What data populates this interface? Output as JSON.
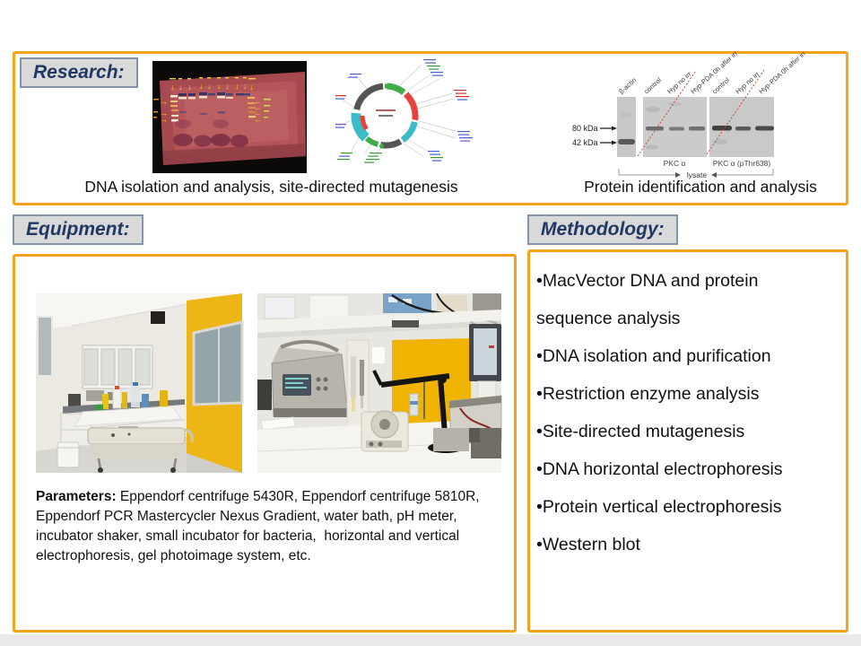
{
  "slide": {
    "accent_orange": "#F6A21C",
    "label_bg": "#D9D9D9",
    "label_text_color": "#1F3864"
  },
  "research": {
    "label": "Research:",
    "caption_left": "DNA isolation and analysis, site-directed mutagenesis",
    "caption_right": "Protein identification and analysis",
    "blot": {
      "lane_labels": [
        "β-actin",
        "control",
        "Hyp no irr",
        "Hyp-PDA 0h after irr",
        "control",
        "Hyp no irr",
        "Hyp-PDA 0h after irr"
      ],
      "marker_80": "80 kDa",
      "marker_42": "42 kDa",
      "panel_label_1": "PKC α",
      "panel_label_2": "PKC α (pThr638)",
      "bracket_label": "lysate"
    }
  },
  "equipment": {
    "label": "Equipment:",
    "parameters_label": "Parameters:",
    "parameters_text": " Eppendorf centrifuge 5430R, Eppendorf centrifuge 5810R, Eppendorf PCR Mastercycler Nexus Gradient, water bath, pH meter, incubator shaker, small incubator for bacteria,  horizontal and vertical electrophoresis, gel photoimage system, etc."
  },
  "methodology": {
    "label": "Methodology:",
    "items": [
      "•MacVector DNA and protein sequence analysis",
      "•DNA isolation and purification",
      "•Restriction enzyme analysis",
      "•Site-directed mutagenesis",
      "•DNA horizontal electrophoresis",
      "•Protein vertical electrophoresis",
      "•Western blot"
    ]
  }
}
